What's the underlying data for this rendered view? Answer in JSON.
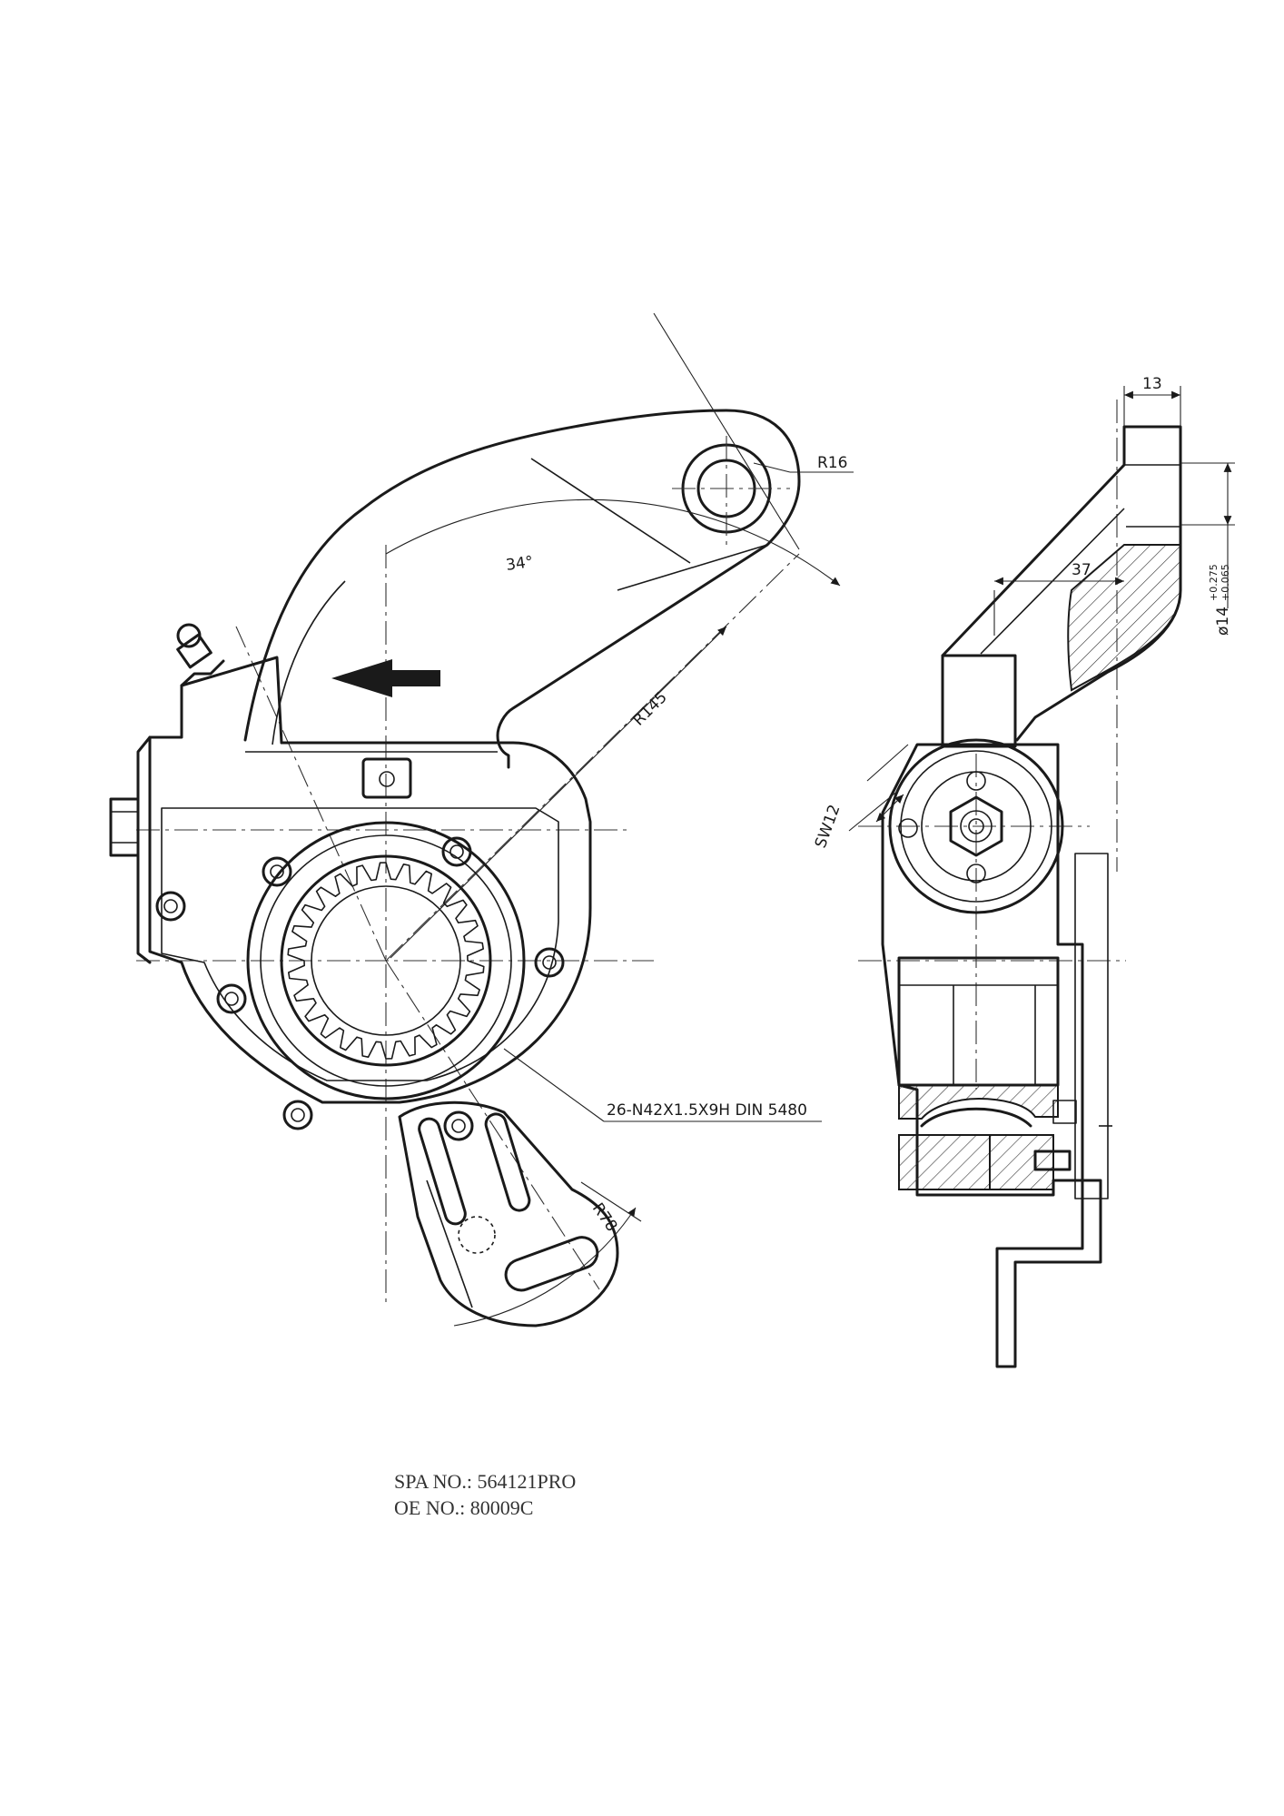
{
  "labels": {
    "spa_no": "SPA NO.: 564121PRO",
    "oe_no": "OE NO.: 80009C"
  },
  "dimensions": {
    "pin_radius": "R16",
    "arm_angle": "34°",
    "arm_radius": "R145",
    "spline_spec": "26-N42X1.5X9H DIN 5480",
    "slot_radius": "R78",
    "arm_width": "13",
    "arm_offset": "37",
    "hex_size": "SW12",
    "bore_diameter": "ø14",
    "bore_tol_upper": "+0.275",
    "bore_tol_lower": "+0.065"
  }
}
